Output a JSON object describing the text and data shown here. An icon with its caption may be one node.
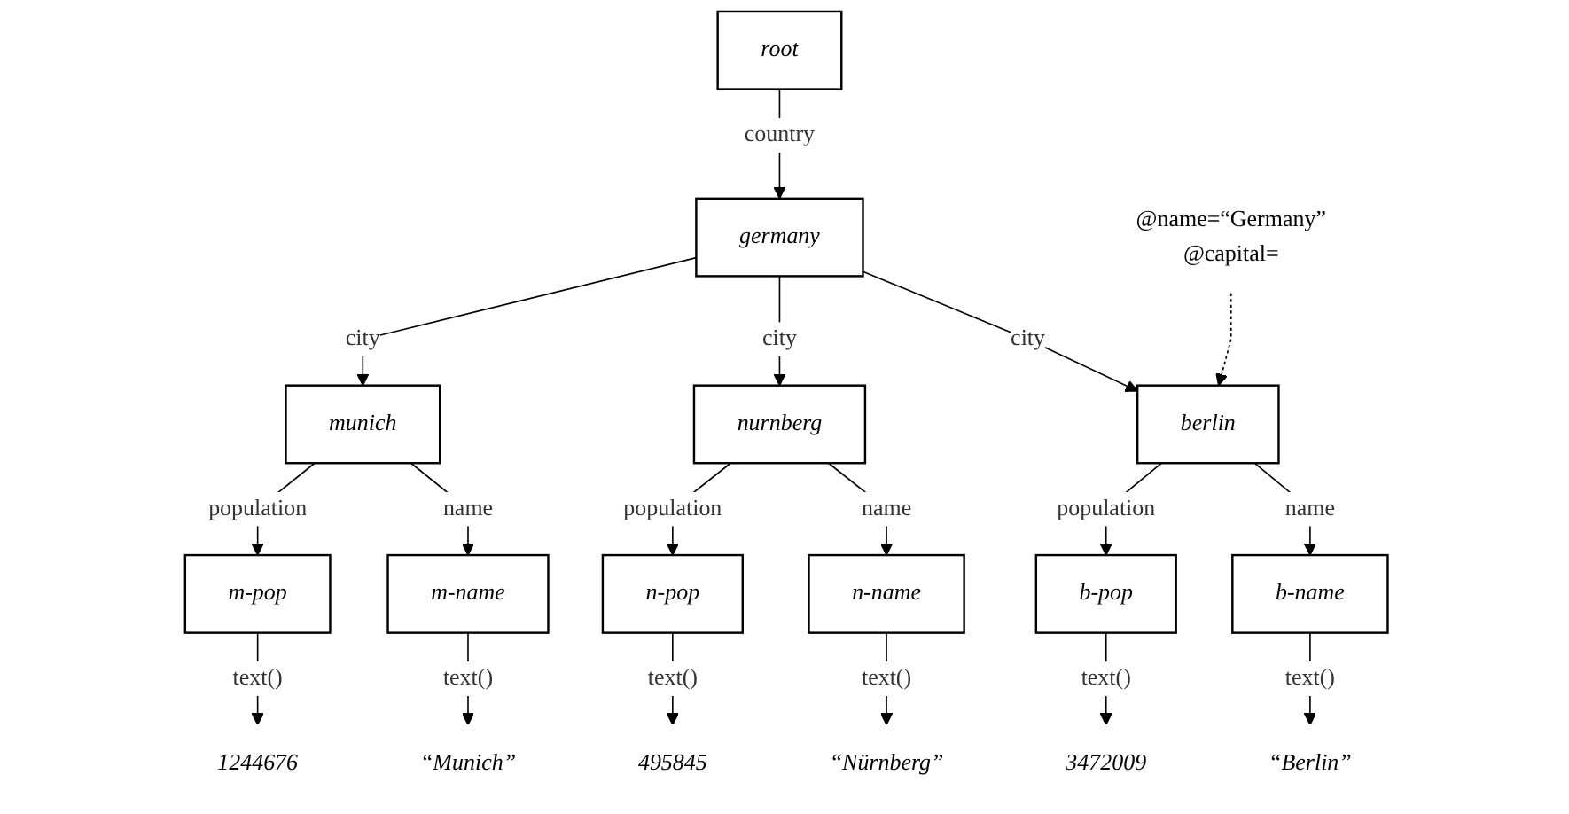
{
  "diagram": {
    "nodes": [
      {
        "text": [
          "root"
        ]
      },
      {
        "text": [
          "germany"
        ]
      },
      {
        "text": [
          "@name=“Germany”",
          "@capital="
        ]
      },
      {
        "text": [
          "berlin"
        ]
      },
      {
        "text": [
          "nurnberg"
        ]
      },
      {
        "text": [
          "munich"
        ]
      },
      {
        "text": [
          "b-name"
        ]
      },
      {
        "text": [
          "b-pop"
        ]
      },
      {
        "text": [
          "n-name"
        ]
      },
      {
        "text": [
          "n-pop"
        ]
      },
      {
        "text": [
          "m-name"
        ]
      },
      {
        "text": [
          "m-pop"
        ]
      },
      {
        "text": [
          "“Berlin”"
        ]
      },
      {
        "text": [
          "3472009"
        ]
      },
      {
        "text": [
          "“Nürnberg”"
        ]
      },
      {
        "text": [
          "495845"
        ]
      },
      {
        "text": [
          "“Munich”"
        ]
      },
      {
        "text": [
          "1244676"
        ]
      }
    ],
    "edges": [
      {
        "from": 0,
        "to": 1,
        "arrow": "to",
        "label": "country"
      },
      {
        "from": 1,
        "to": 3,
        "arrow": "to",
        "label": "city"
      },
      {
        "from": 1,
        "to": 4,
        "arrow": "to",
        "label": "city"
      },
      {
        "from": 1,
        "to": 5,
        "arrow": "to",
        "label": "city"
      },
      {
        "from": 2,
        "to": 3,
        "arrow": "to",
        "style": "dashed"
      },
      {
        "from": 3,
        "to": 6,
        "arrow": "to",
        "label": "name"
      },
      {
        "from": 3,
        "to": 7,
        "arrow": "to",
        "label": "population"
      },
      {
        "from": 4,
        "to": 8,
        "arrow": "to",
        "label": "name"
      },
      {
        "from": 4,
        "to": 9,
        "arrow": "to",
        "label": "population"
      },
      {
        "from": 5,
        "to": 10,
        "arrow": "to",
        "label": "name"
      },
      {
        "from": 5,
        "to": 11,
        "arrow": "to",
        "label": "population"
      },
      {
        "from": 6,
        "to": 12,
        "arrow": "to",
        "label": "text()"
      },
      {
        "from": 7,
        "to": 13,
        "arrow": "to",
        "label": "text()"
      },
      {
        "from": 8,
        "to": 14,
        "arrow": "to",
        "label": "text()"
      },
      {
        "from": 9,
        "to": 15,
        "arrow": "to",
        "label": "text()"
      },
      {
        "from": 10,
        "to": 16,
        "arrow": "to",
        "label": "text()"
      },
      {
        "from": 11,
        "to": 17,
        "arrow": "to",
        "label": "text()"
      }
    ]
  }
}
